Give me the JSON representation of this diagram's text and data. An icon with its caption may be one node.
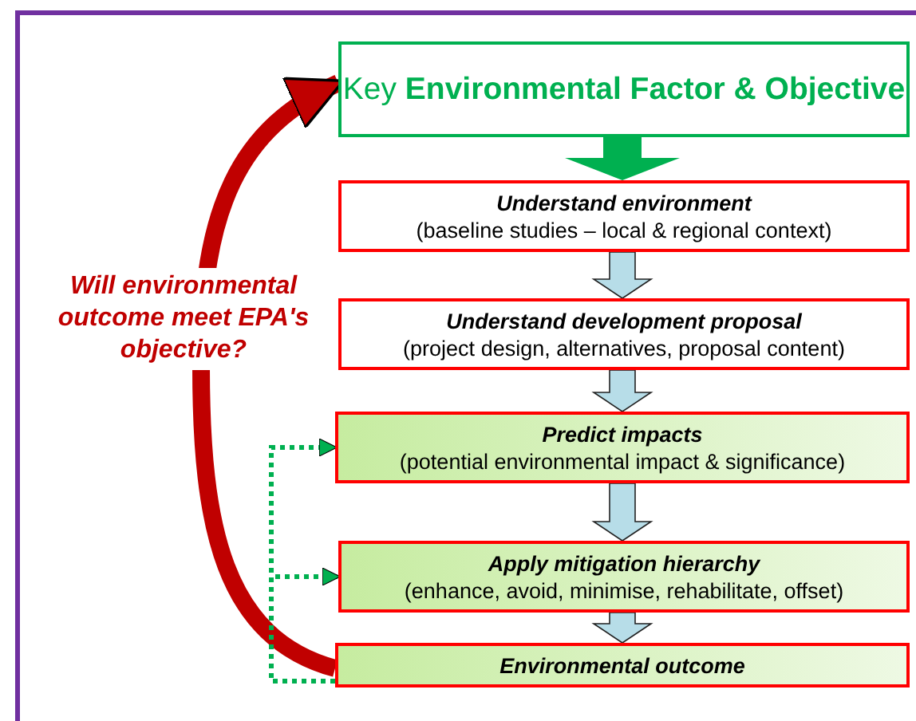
{
  "diagram": {
    "nodes": [
      {
        "text": [
          "Key **Environmental Factor & Objective**"
        ]
      },
      {
        "text": [
          "Understand environment",
          "(baseline studies – local & regional context)"
        ]
      },
      {
        "text": [
          "Understand development proposal",
          "(project design, alternatives, proposal content)"
        ]
      },
      {
        "text": [
          "Predict impacts",
          "(potential environmental impact & significance)"
        ]
      },
      {
        "text": [
          "Apply mitigation hierarchy",
          "(enhance, avoid, minimise, rehabilitate, offset)"
        ]
      },
      {
        "text": [
          "Environmental outcome"
        ]
      }
    ],
    "edges": [
      {
        "from": 0,
        "to": 1,
        "arrow": "to",
        "color": "#00b050"
      },
      {
        "from": 1,
        "to": 2,
        "arrow": "to"
      },
      {
        "from": 2,
        "to": 3,
        "arrow": "to"
      },
      {
        "from": 3,
        "to": 4,
        "arrow": "to"
      },
      {
        "from": 4,
        "to": 5,
        "arrow": "to"
      },
      {
        "from": 5,
        "to": 0,
        "arrow": "to",
        "label": "Will environmental outcome meet EPA's objective?",
        "style": "thick",
        "color": "#c00000"
      },
      {
        "from": 5,
        "to": 3,
        "arrow": "to",
        "style": "dashed",
        "color": "#00b050"
      },
      {
        "from": 5,
        "to": 4,
        "arrow": "to",
        "style": "dashed",
        "color": "#00b050"
      }
    ]
  }
}
